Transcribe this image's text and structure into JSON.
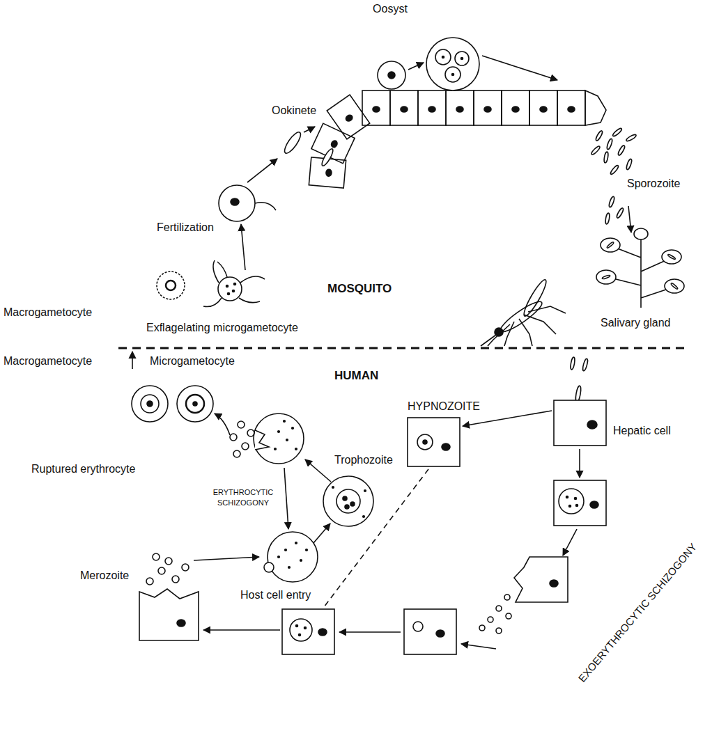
{
  "diagram": {
    "labels": [
      "Oosyst",
      "Ookinete",
      "Fertilization",
      "Sporozoite",
      "MOSQUITO",
      "Macrogametocyte",
      "Exflagelating microgametocyte",
      "Salivary gland",
      "Macrogametocyte",
      "Microgametocyte",
      "HUMAN",
      "HYPNOZOITE",
      "Trophozoite",
      "Hepatic cell",
      "Ruptured erythrocyte",
      "ERYTHROCYTIC SCHIZOGONY",
      "Merozoite",
      "Host cell entry",
      "EXOERYTHROCYTIC SCHIZOGONY"
    ]
  }
}
